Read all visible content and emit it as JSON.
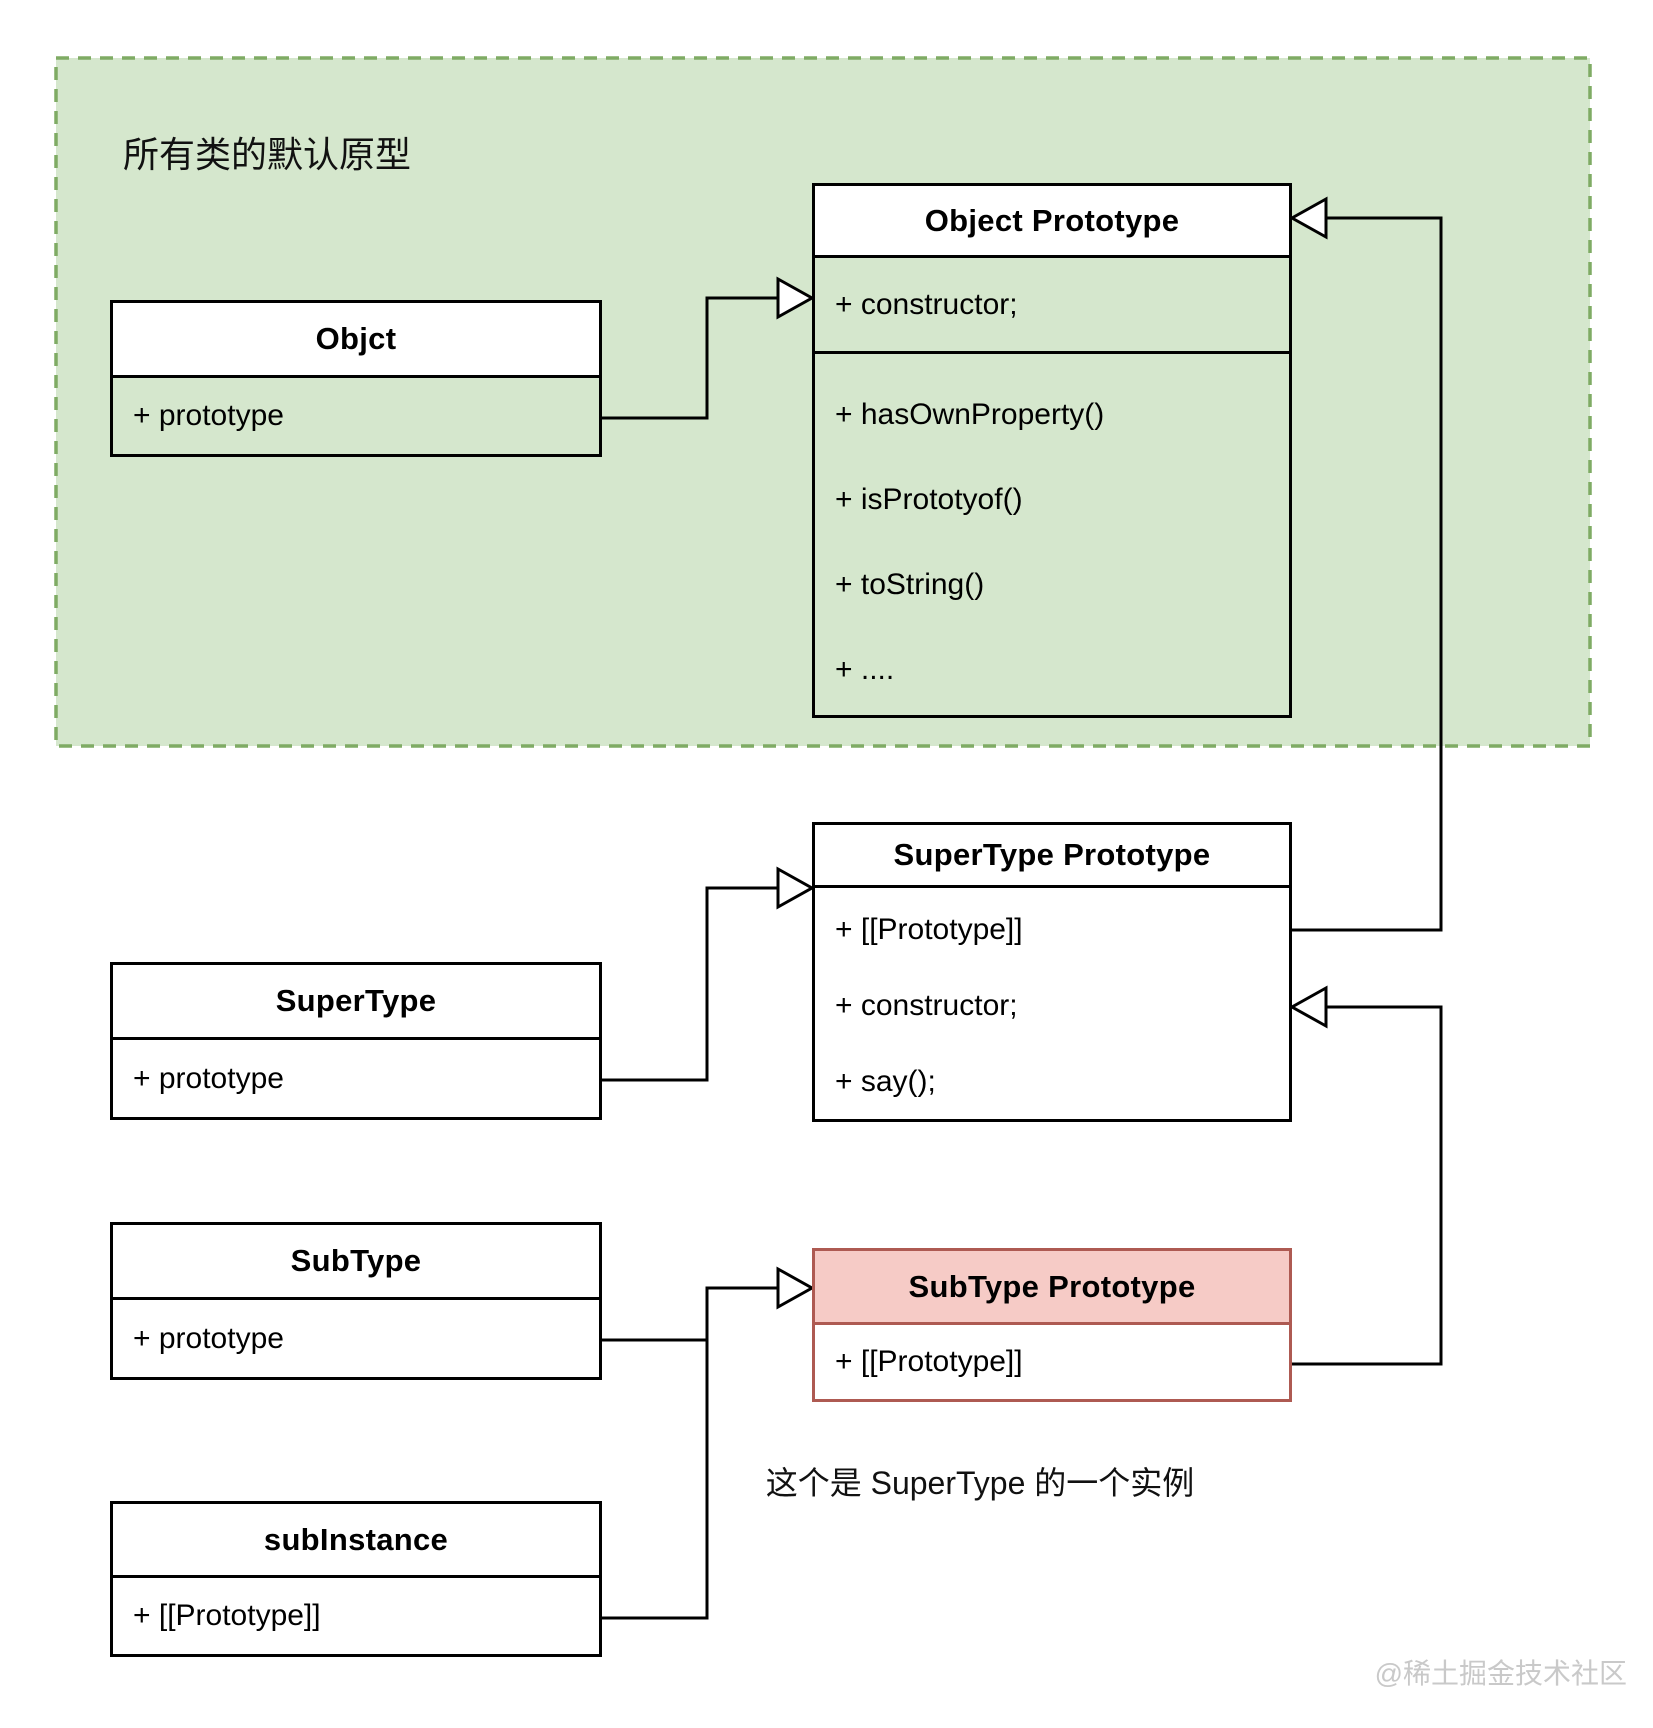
{
  "diagram": {
    "region_label": "所有类的默认原型",
    "note_text": "这个是 SuperType 的一个实例",
    "watermark": "@稀土掘金技术社区",
    "colors": {
      "region_fill": "#d5e7cd",
      "region_border": "#7fab64",
      "pink_fill": "#f6cbc6",
      "pink_border": "#ae5a52",
      "box_border": "#000000",
      "connector": "#000000",
      "watermark_color": "#c9c9c9"
    },
    "classes": [
      {
        "id": "objct",
        "title": "Objct",
        "rows": [
          "+ prototype"
        ]
      },
      {
        "id": "object-prototype",
        "title": "Object Prototype",
        "compartment1": [
          "+ constructor;"
        ],
        "compartment2": [
          "+ hasOwnProperty()",
          "+ isPrototyof()",
          "+ toString()",
          "+ ...."
        ]
      },
      {
        "id": "supertype",
        "title": "SuperType",
        "rows": [
          "+ prototype"
        ]
      },
      {
        "id": "supertype-prototype",
        "title": "SuperType Prototype",
        "rows": [
          "+ [[Prototype]]",
          "+ constructor;",
          "+ say();"
        ]
      },
      {
        "id": "subtype",
        "title": "SubType",
        "rows": [
          "+ prototype"
        ]
      },
      {
        "id": "subtype-prototype",
        "title": "SubType Prototype",
        "rows": [
          "+ [[Prototype]]"
        ]
      },
      {
        "id": "subinstance",
        "title": "subInstance",
        "rows": [
          "+ [[Prototype]]"
        ]
      }
    ]
  }
}
